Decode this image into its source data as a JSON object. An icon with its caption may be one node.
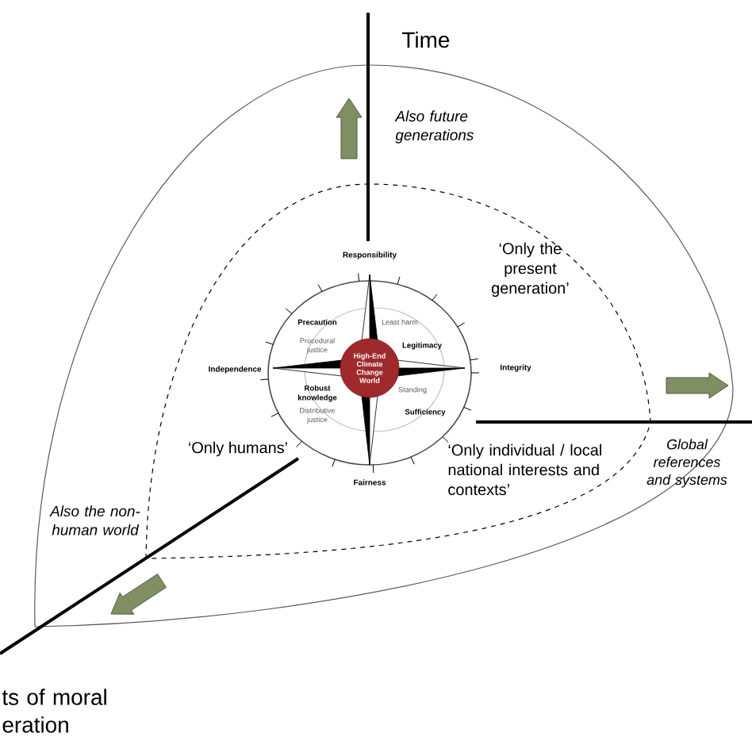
{
  "diagram": {
    "nodes": [
      {
        "text": [
          "High-End Climate Change World"
        ]
      }
    ],
    "labels": [
      "Time",
      "Also future generations",
      "‘Only the present generation’",
      "Responsibility",
      "Precaution",
      "Least harm",
      "Procedural justice",
      "Legitimacy",
      "Independence",
      "Integrity",
      "Robust knowledge",
      "Standing",
      "Distributive justice",
      "Sufficiency",
      "‘Only humans’",
      "‘Only individual / local national interests and contexts’",
      "Global references and systems",
      "Fairness",
      "Also the non-human world",
      "ts of moral eration"
    ]
  }
}
